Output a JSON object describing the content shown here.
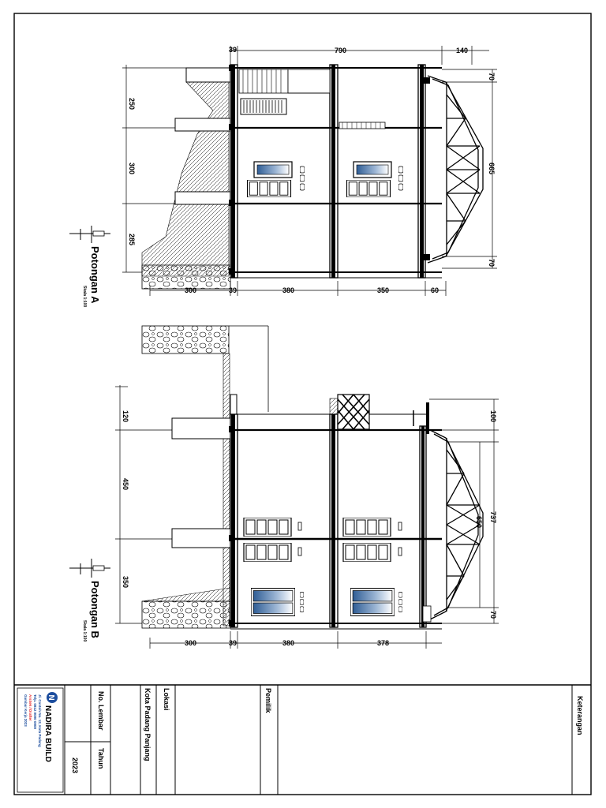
{
  "sections": {
    "a": {
      "title": "Potongan A",
      "scale": "Skala 1:100",
      "heights": [
        "250",
        "300",
        "285"
      ],
      "top": [
        "39",
        "790",
        "140"
      ],
      "right": [
        "70",
        "665",
        "70"
      ],
      "bottom": [
        "300",
        "39",
        "380",
        "350",
        "60"
      ]
    },
    "b": {
      "title": "Potongan B",
      "scale": "Skala 1:100",
      "heights": [
        "120",
        "450",
        "350"
      ],
      "right": [
        "100",
        "737",
        "650",
        "70"
      ],
      "bottom": [
        "300",
        "39",
        "380",
        "378"
      ]
    }
  },
  "title_block": {
    "company": "NADIRA BUILD",
    "company_info": [
      "Jl. Contoh No. 12, Kota Padang",
      "Telp. 0812 0000 0000",
      "Arsitek / Drafter",
      "Gambar Kerja 2023"
    ],
    "no_lembar": "No. Lembar",
    "tahun": "Tahun",
    "year": "2023",
    "kota": "Kota Padang Panjang",
    "lokasi": "Lokasi",
    "pemilik": "Pemilik",
    "keterangan": "Keterangan"
  },
  "colors": {
    "line": "#000000",
    "glass": "#4a6f9c",
    "logo": "#1d4e9e",
    "logo_text": "#e8262a"
  }
}
